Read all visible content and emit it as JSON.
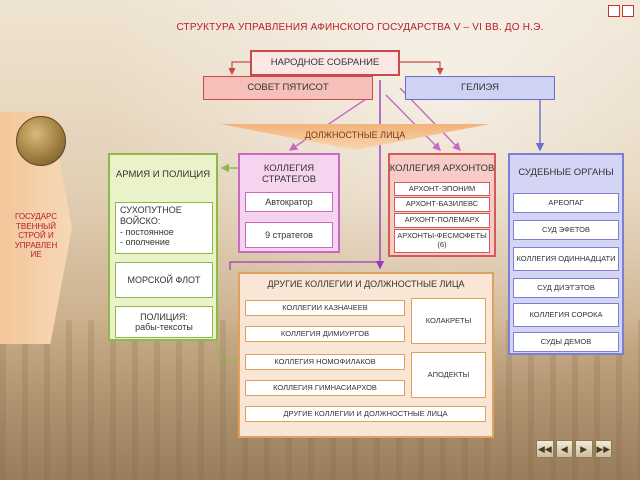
{
  "title": "СТРУКТУРА УПРАВЛЕНИЯ АФИНСКОГО ГОСУДАРСТВА V – VI ВВ. ДО Н.Э.",
  "assembly": "НАРОДНОЕ СОБРАНИЕ",
  "council": "СОВЕТ ПЯТИСОТ",
  "heliaia": "ГЕЛИЭЯ",
  "officials": "ДОЛЖНОСТНЫЕ ЛИЦА",
  "side_label": "ГОСУДАРС ТВЕННЫЙ СТРОЙ И УПРАВЛЕН ИЕ",
  "army": {
    "title": "АРМИЯ И ПОЛИЦИЯ",
    "infantry_title": "СУХОПУТНОЕ ВОЙСКО:",
    "infantry_items": [
      "- постоянное",
      "- ополчение"
    ],
    "navy": "МОРСКОЙ ФЛОТ",
    "police_title": "ПОЛИЦИЯ:",
    "police_sub": "рабы-тексоты"
  },
  "strategists": {
    "title": "КОЛЛЕГИЯ СТРАТЕГОВ",
    "items": [
      "Автократор",
      "9 стратегов"
    ]
  },
  "archons": {
    "title": "КОЛЛЕГИЯ АРХОНТОВ",
    "items": [
      "АРХОНТ-ЭПОНИМ",
      "АРХОНТ-БАЗИЛЕВС",
      "АРХОНТ-ПОЛЕМАРХ",
      "АРХОНТЫ-ФЕСМОФЕТЫ (6)"
    ]
  },
  "courts": {
    "title": "СУДЕБНЫЕ ОРГАНЫ",
    "items": [
      "АРЕОПАГ",
      "СУД ЭФЕТОВ",
      "КОЛЛЕГИЯ ОДИННАДЦАТИ",
      "СУД ДИЭТЭТОВ",
      "КОЛЛЕГИЯ СОРОКА",
      "СУДЫ ДЕМОВ"
    ]
  },
  "other": {
    "title": "ДРУГИЕ КОЛЛЕГИИ И ДОЛЖНОСТНЫЕ ЛИЦА",
    "left_items": [
      "КОЛЛЕГИИ КАЗНАЧЕЕВ",
      "КОЛЛЕГИЯ ДИМИУРГОВ",
      "КОЛЛЕГИЯ НОМОФИЛАКОВ",
      "КОЛЛЕГИЯ ГИМНАСИАРХОВ"
    ],
    "right_items": [
      "КОЛАКРЕТЫ",
      "АПОДЕКТЫ"
    ],
    "bottom": "ДРУГИЕ КОЛЛЕГИИ И ДОЛЖНОСТНЫЕ ЛИЦА"
  },
  "nav": {
    "first": "◀◀",
    "prev": "◀",
    "next": "▶",
    "last": "▶▶"
  },
  "colors": {
    "title": "#b4202a",
    "army": "#8fb84a",
    "strategists": "#c86ac4",
    "archons": "#d45a55",
    "courts": "#7c7fd6",
    "other": "#e0a060"
  }
}
